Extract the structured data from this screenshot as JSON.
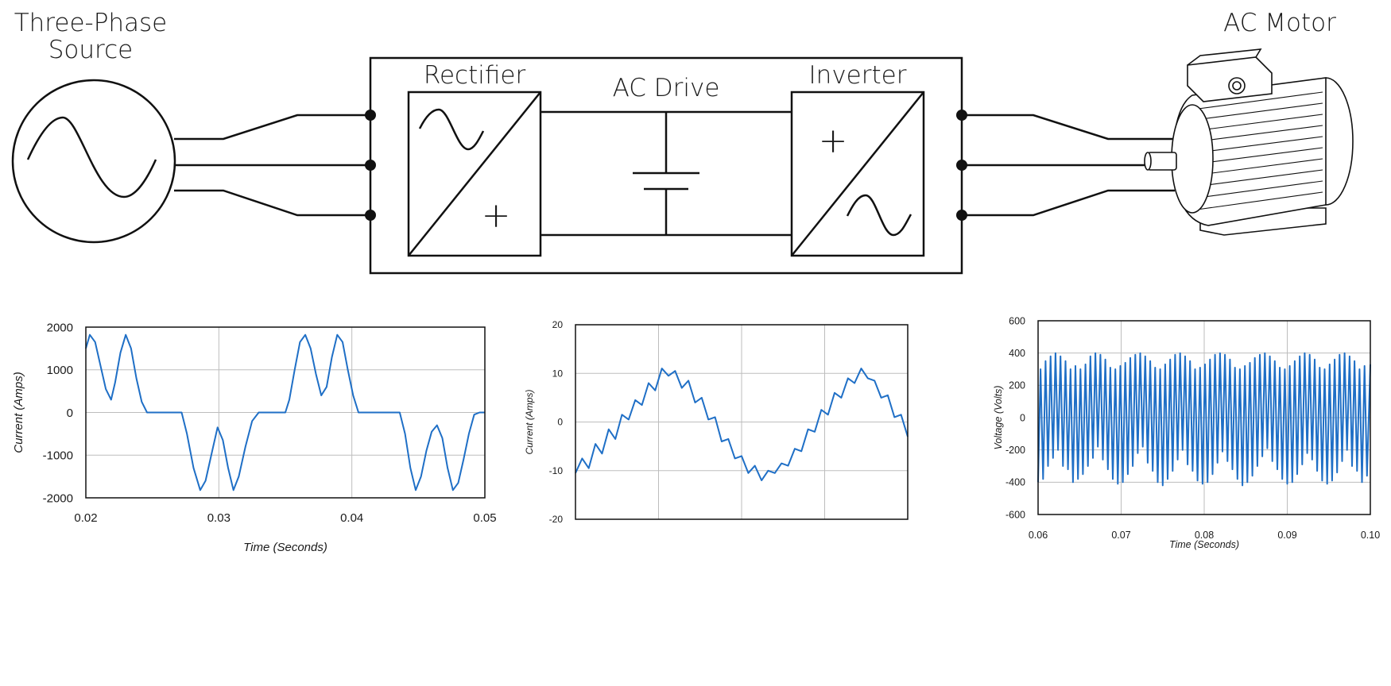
{
  "diagram": {
    "source_label_line1": "Three-Phase",
    "source_label_line2": "Source",
    "rectifier_label": "Rectifier",
    "drive_label": "AC Drive",
    "inverter_label": "Inverter",
    "motor_label": "AC Motor",
    "plus_symbol": "+"
  },
  "colors": {
    "trace": "#1f6fc6",
    "grid": "#bdbdbd",
    "line": "#111111"
  },
  "chart_data": [
    {
      "type": "line",
      "title": "",
      "xlabel": "Time (Seconds)",
      "ylabel": "Current (Amps)",
      "xlim": [
        0.02,
        0.05
      ],
      "ylim": [
        -2000,
        2000
      ],
      "xticks": [
        0.02,
        0.03,
        0.04,
        0.05
      ],
      "xtick_labels": [
        "0.02",
        "0.03",
        "0.04",
        "0.05"
      ],
      "yticks": [
        2000,
        1000,
        0,
        -1000,
        -2000
      ],
      "ytick_labels": [
        "2000",
        "1000",
        "0",
        "-1000",
        "-2000"
      ],
      "grid": true,
      "series": [
        {
          "x": [
            0.02,
            0.0203,
            0.0207,
            0.0211,
            0.0215,
            0.0219,
            0.0222,
            0.0226,
            0.023,
            0.0234,
            0.0238,
            0.0242,
            0.0246,
            0.025,
            0.026,
            0.0272,
            0.0276,
            0.0281,
            0.0286,
            0.029,
            0.0295,
            0.0299,
            0.0303,
            0.0307,
            0.0311,
            0.0315,
            0.032,
            0.0325,
            0.033,
            0.0335,
            0.035,
            0.0353,
            0.0357,
            0.0361,
            0.0365,
            0.0369,
            0.0373,
            0.0377,
            0.0381,
            0.0385,
            0.0389,
            0.0393,
            0.0397,
            0.0401,
            0.0405,
            0.0409,
            0.0413,
            0.042,
            0.0436,
            0.044,
            0.0444,
            0.0448,
            0.0452,
            0.0456,
            0.046,
            0.0464,
            0.0468,
            0.0472,
            0.0476,
            0.048,
            0.0484,
            0.0488,
            0.0492,
            0.0496,
            0.05
          ],
          "y": [
            1500,
            1820,
            1650,
            1100,
            550,
            300,
            700,
            1400,
            1820,
            1500,
            800,
            250,
            0,
            0,
            0,
            0,
            -500,
            -1300,
            -1820,
            -1600,
            -900,
            -350,
            -650,
            -1300,
            -1820,
            -1500,
            -800,
            -200,
            0,
            0,
            0,
            300,
            1000,
            1650,
            1820,
            1500,
            900,
            400,
            600,
            1300,
            1820,
            1650,
            1000,
            400,
            0,
            0,
            0,
            0,
            0,
            -500,
            -1300,
            -1820,
            -1500,
            -900,
            -450,
            -300,
            -600,
            -1300,
            -1820,
            -1650,
            -1100,
            -500,
            -50,
            0,
            0
          ]
        }
      ]
    },
    {
      "type": "line",
      "title": "",
      "xlabel": "",
      "ylabel": "Current (Amps)",
      "xlim": [
        0,
        4
      ],
      "ylim": [
        -20,
        20
      ],
      "xticks": [
        0,
        1,
        2,
        3,
        4
      ],
      "xtick_labels": [],
      "yticks": [
        20,
        10,
        0,
        -10,
        -20
      ],
      "ytick_labels": [
        "20",
        "10",
        "0",
        "-10",
        "-20"
      ],
      "grid": true,
      "series": [
        {
          "x": [
            0,
            0.08,
            0.16,
            0.24,
            0.32,
            0.4,
            0.48,
            0.56,
            0.64,
            0.72,
            0.8,
            0.88,
            0.96,
            1.04,
            1.12,
            1.2,
            1.28,
            1.36,
            1.44,
            1.52,
            1.6,
            1.68,
            1.76,
            1.84,
            1.92,
            2.0,
            2.08,
            2.16,
            2.24,
            2.32,
            2.4,
            2.48,
            2.56,
            2.64,
            2.72,
            2.8,
            2.88,
            2.96,
            3.04,
            3.12,
            3.2,
            3.28,
            3.36,
            3.44,
            3.52,
            3.6,
            3.68,
            3.76,
            3.84,
            3.92,
            4.0
          ],
          "y": [
            -10.5,
            -7.5,
            -9.5,
            -4.5,
            -6.5,
            -1.5,
            -3.5,
            1.5,
            0.5,
            4.5,
            3.5,
            8.0,
            6.5,
            11.0,
            9.5,
            10.5,
            7.0,
            8.5,
            4.0,
            5.0,
            0.5,
            1.0,
            -4.0,
            -3.5,
            -7.5,
            -7.0,
            -10.5,
            -9.0,
            -12.0,
            -10.0,
            -10.5,
            -8.5,
            -9.0,
            -5.5,
            -6.0,
            -1.5,
            -2.0,
            2.5,
            1.5,
            6.0,
            5.0,
            9.0,
            8.0,
            11.0,
            9.0,
            8.5,
            5.0,
            5.5,
            1.0,
            1.5,
            -3.0
          ]
        }
      ]
    },
    {
      "type": "line",
      "title": "",
      "xlabel": "Time (Seconds)",
      "ylabel": "Voltage (Volts)",
      "xlim": [
        0.06,
        0.1
      ],
      "ylim": [
        -600,
        600
      ],
      "xticks": [
        0.06,
        0.07,
        0.08,
        0.09,
        0.1
      ],
      "xtick_labels": [
        "0.06",
        "0.07",
        "0.08",
        "0.09",
        "0.10"
      ],
      "yticks": [
        600,
        400,
        200,
        0,
        -200,
        -400,
        -600
      ],
      "ytick_labels": [
        "600",
        "400",
        "200",
        "0",
        "-200",
        "-400",
        "-600"
      ],
      "grid": true,
      "series": [
        {
          "x": [
            0.06,
            0.0603,
            0.0606,
            0.0609,
            0.0612,
            0.0615,
            0.0618,
            0.0621,
            0.0624,
            0.0627,
            0.063,
            0.0633,
            0.0636,
            0.0639,
            0.0642,
            0.0645,
            0.0648,
            0.0651,
            0.0654,
            0.0657,
            0.066,
            0.0663,
            0.0666,
            0.0669,
            0.0672,
            0.0675,
            0.0678,
            0.0681,
            0.0684,
            0.0687,
            0.069,
            0.0693,
            0.0696,
            0.0699,
            0.0702,
            0.0705,
            0.0708,
            0.0711,
            0.0714,
            0.0717,
            0.072,
            0.0723,
            0.0726,
            0.0729,
            0.0732,
            0.0735,
            0.0738,
            0.0741,
            0.0744,
            0.0747,
            0.075,
            0.0753,
            0.0756,
            0.0759,
            0.0762,
            0.0765,
            0.0768,
            0.0771,
            0.0774,
            0.0777,
            0.078,
            0.0783,
            0.0786,
            0.0789,
            0.0792,
            0.0795,
            0.0798,
            0.0801,
            0.0804,
            0.0807,
            0.081,
            0.0813,
            0.0816,
            0.0819,
            0.0822,
            0.0825,
            0.0828,
            0.0831,
            0.0834,
            0.0837,
            0.084,
            0.0843,
            0.0846,
            0.0849,
            0.0852,
            0.0855,
            0.0858,
            0.0861,
            0.0864,
            0.0867,
            0.087,
            0.0873,
            0.0876,
            0.0879,
            0.0882,
            0.0885,
            0.0888,
            0.0891,
            0.0894,
            0.0897,
            0.09,
            0.0903,
            0.0906,
            0.0909,
            0.0912,
            0.0915,
            0.0918,
            0.0921,
            0.0924,
            0.0927,
            0.093,
            0.0933,
            0.0936,
            0.0939,
            0.0942,
            0.0945,
            0.0948,
            0.0951,
            0.0954,
            0.0957,
            0.096,
            0.0963,
            0.0966,
            0.0969,
            0.0972,
            0.0975,
            0.0978,
            0.0981,
            0.0984,
            0.0987,
            0.099,
            0.0993,
            0.0996,
            0.1
          ],
          "y": [
            -400,
            300,
            -380,
            350,
            -300,
            380,
            -250,
            400,
            -200,
            380,
            -300,
            350,
            -320,
            300,
            -400,
            320,
            -380,
            300,
            -350,
            330,
            -300,
            380,
            -250,
            400,
            -180,
            390,
            -260,
            360,
            -320,
            310,
            -380,
            300,
            -410,
            320,
            -400,
            340,
            -350,
            370,
            -300,
            390,
            -220,
            400,
            -180,
            380,
            -280,
            350,
            -330,
            310,
            -400,
            300,
            -420,
            330,
            -380,
            360,
            -330,
            390,
            -260,
            400,
            -200,
            380,
            -290,
            350,
            -330,
            300,
            -390,
            310,
            -410,
            330,
            -400,
            360,
            -350,
            390,
            -280,
            400,
            -210,
            390,
            -270,
            360,
            -320,
            310,
            -380,
            300,
            -420,
            320,
            -400,
            340,
            -360,
            370,
            -300,
            390,
            -240,
            400,
            -190,
            380,
            -270,
            350,
            -320,
            310,
            -380,
            300,
            -410,
            320,
            -400,
            350,
            -350,
            380,
            -290,
            400,
            -220,
            390,
            -260,
            360,
            -330,
            310,
            -390,
            300,
            -410,
            330,
            -390,
            360,
            -340,
            390,
            -270,
            400,
            -200,
            380,
            -300,
            350,
            -330,
            300,
            -400,
            320,
            -360,
            330
          ]
        }
      ]
    }
  ]
}
